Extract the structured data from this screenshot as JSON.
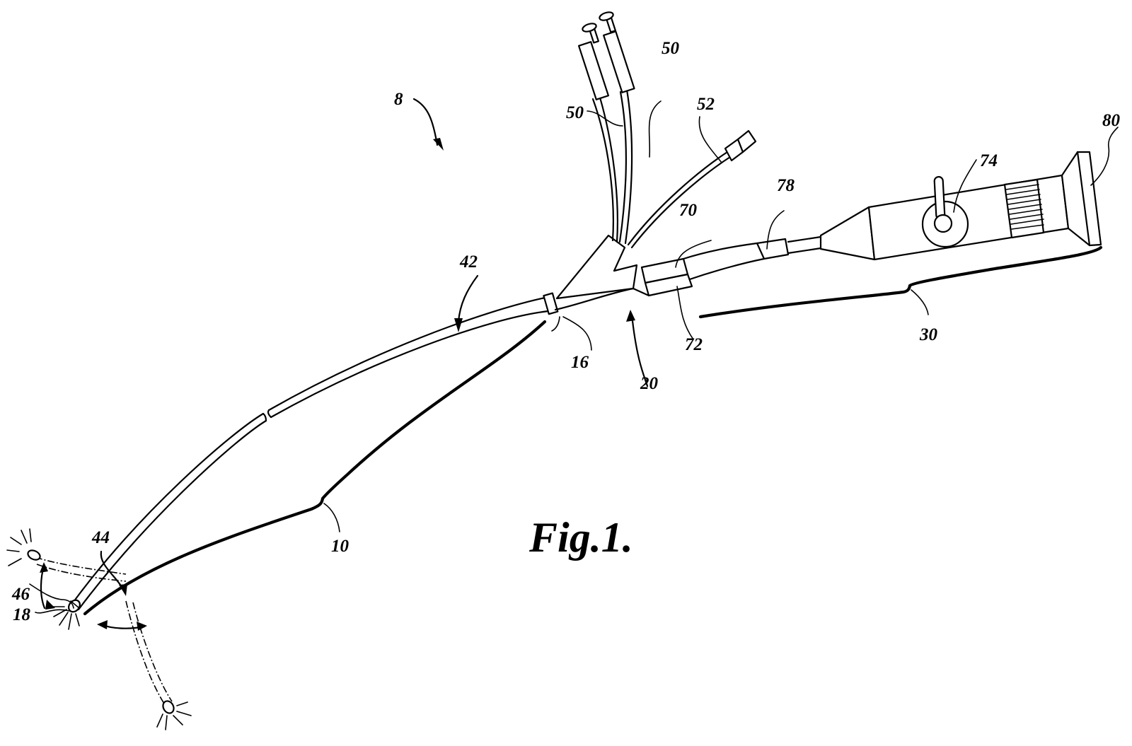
{
  "figure": {
    "caption": "Fig.1.",
    "colors": {
      "ink": "#000000",
      "paper": "#ffffff"
    }
  },
  "reference_numerals": {
    "system": "8",
    "shaft_bracket": "10",
    "junction": "16",
    "distal_tip": "18",
    "handle_region": "20",
    "eyepiece_bracket": "30",
    "sheath": "42",
    "bend_region": "44",
    "tip_cap": "46",
    "port_left": "50",
    "port_right": "50",
    "cable": "52",
    "coupler_upper": "70",
    "coupler_lower": "72",
    "control_knob": "74",
    "sleeve": "78",
    "eyepiece": "80"
  }
}
